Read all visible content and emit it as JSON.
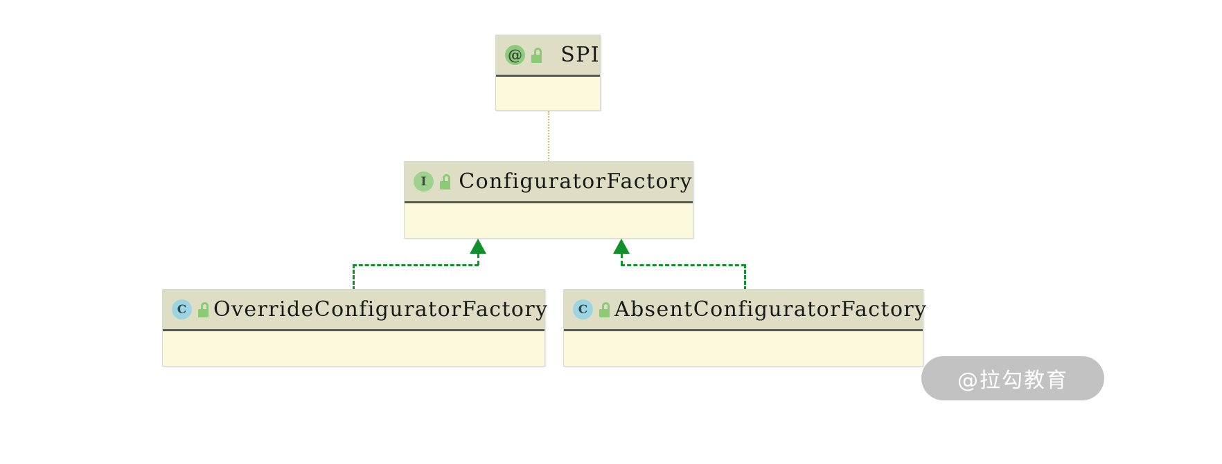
{
  "diagram": {
    "kind": "uml-class-diagram",
    "background": "#ffffff",
    "nodes": [
      {
        "id": "spi",
        "name": "SPI",
        "stereotype": "annotation",
        "icon_glyph": "@",
        "visibility": "public",
        "visibility_icon": "open-padlock-icon",
        "header_color": "#dedec4",
        "body_color": "#fcf9dd",
        "icon_color": "#8dcb7d"
      },
      {
        "id": "configurator-factory",
        "name": "ConfiguratorFactory",
        "stereotype": "interface",
        "icon_glyph": "I",
        "visibility": "public",
        "visibility_icon": "open-padlock-icon",
        "header_color": "#dedec4",
        "body_color": "#fcf9dd",
        "icon_color": "#9fd18e"
      },
      {
        "id": "override-configurator-factory",
        "name": "OverrideConfiguratorFactory",
        "stereotype": "class",
        "icon_glyph": "C",
        "visibility": "public",
        "visibility_icon": "open-padlock-icon",
        "header_color": "#dedec4",
        "body_color": "#fcf9dd",
        "icon_color": "#9bd5e3"
      },
      {
        "id": "absent-configurator-factory",
        "name": "AbsentConfiguratorFactory",
        "stereotype": "class",
        "icon_glyph": "C",
        "visibility": "public",
        "visibility_icon": "open-padlock-icon",
        "header_color": "#dedec4",
        "body_color": "#fcf9dd",
        "icon_color": "#9bd5e3"
      }
    ],
    "edges": [
      {
        "id": "spi-to-configurator-factory",
        "from": "configurator-factory",
        "to": "spi",
        "style": "dotted",
        "color": "#c9c464",
        "arrow": "none",
        "relation": "annotated-with"
      },
      {
        "id": "override-implements-configurator-factory",
        "from": "override-configurator-factory",
        "to": "configurator-factory",
        "style": "dashed",
        "color": "#11912b",
        "arrow": "closed-triangle",
        "relation": "realization"
      },
      {
        "id": "absent-implements-configurator-factory",
        "from": "absent-configurator-factory",
        "to": "configurator-factory",
        "style": "dashed",
        "color": "#11912b",
        "arrow": "closed-triangle",
        "relation": "realization"
      }
    ]
  },
  "watermark": {
    "text": "@拉勾教育"
  }
}
